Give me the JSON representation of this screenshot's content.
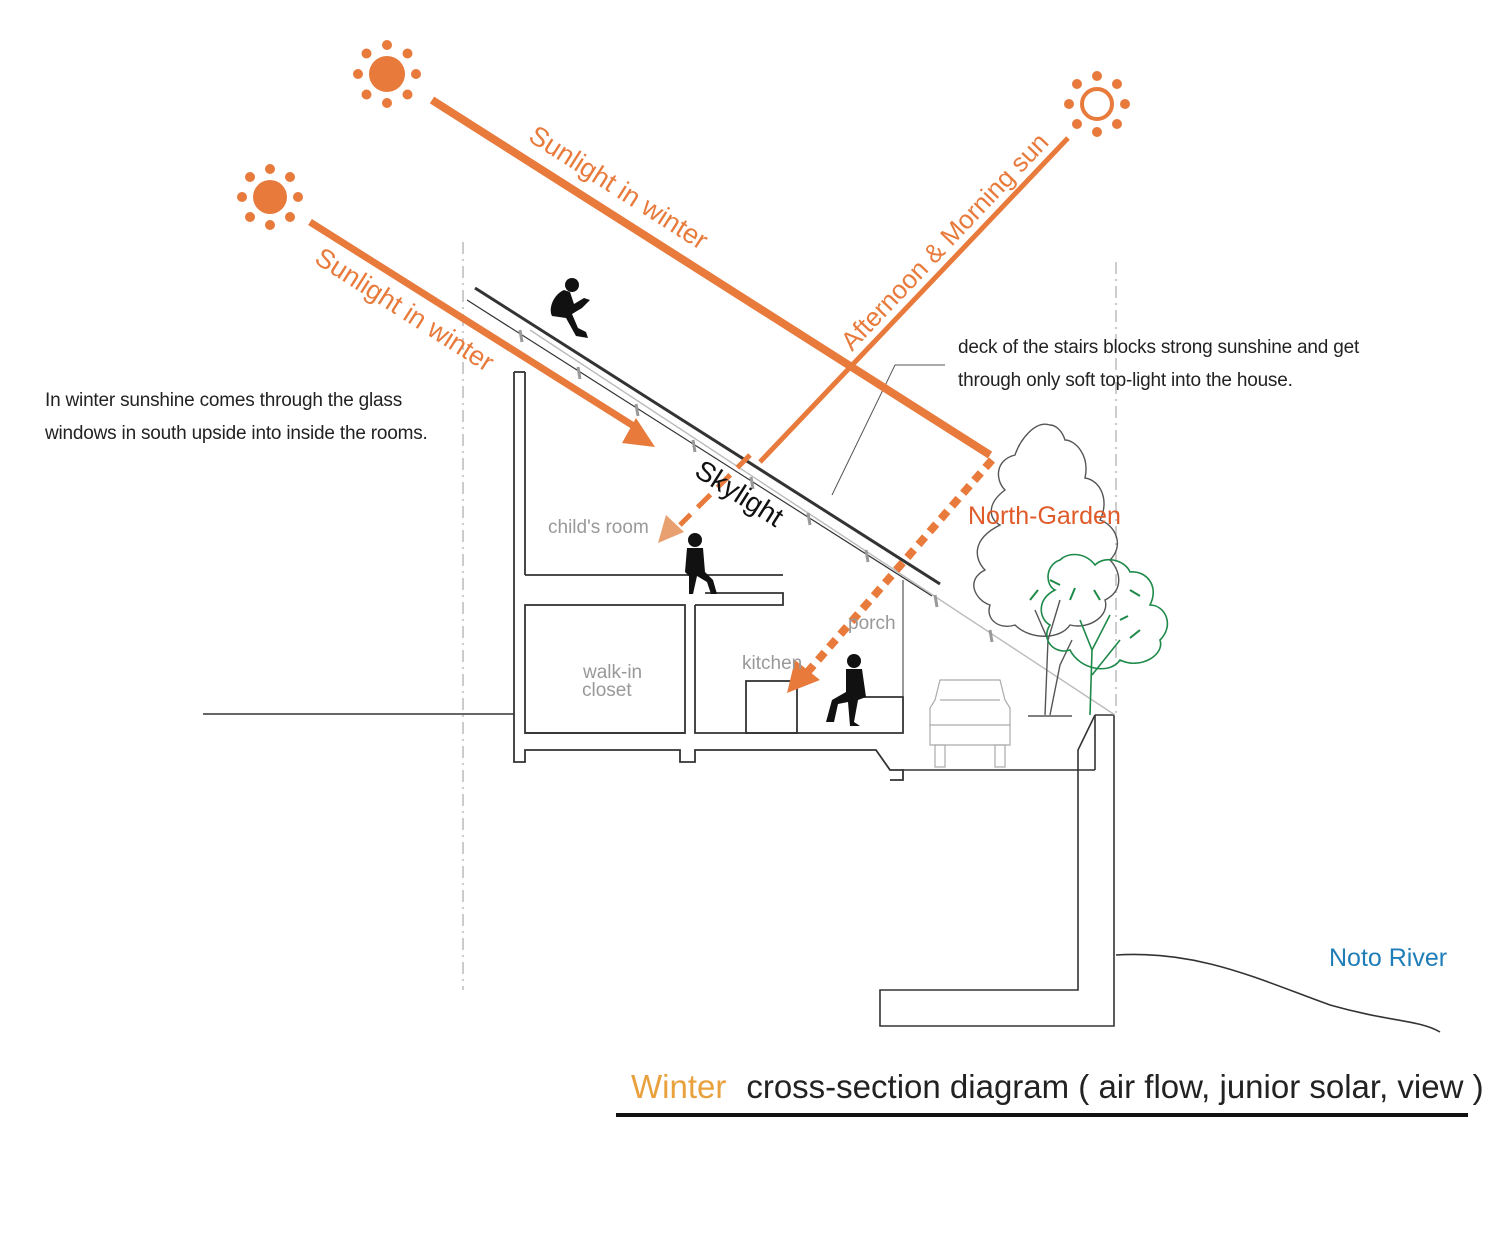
{
  "labels": {
    "sun_ray_1": "Sunlight in winter",
    "sun_ray_2": "Sunlight in winter",
    "sun_ray_3": "Afternoon & Morning sun",
    "skylight": "Skylight",
    "north_garden": "North-Garden",
    "childs_room": "child's room",
    "walk_in_line1": "walk-in",
    "walk_in_line2": "closet",
    "kitchen": "kitchen",
    "porch": "porch",
    "river": "Noto River"
  },
  "notes": {
    "left": "In winter sunshine comes through the glass windows in south upside into inside the rooms.",
    "right": "deck of the stairs blocks strong sunshine and get through only soft top-light into the house."
  },
  "title": {
    "season": "Winter",
    "text": "cross-section diagram ( air flow, junior solar, view )"
  },
  "colors": {
    "sun": "#e87a3c",
    "ray": "#e87a3c",
    "title_season": "#e8a13c",
    "river": "#1f7db8",
    "tree_green": "#1e8a4a",
    "room_label": "#999999",
    "line": "#333333"
  }
}
